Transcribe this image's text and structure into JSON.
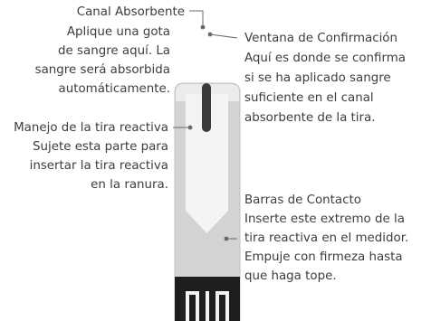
{
  "callouts": {
    "absorbent_channel": {
      "title": "Canal Absorbente",
      "lines": [
        "Aplique una gota",
        "de sangre aquí. La",
        "sangre será absorbida",
        "automáticamente."
      ]
    },
    "confirmation_window": {
      "title": "Ventana de Confirmación",
      "lines": [
        "Aquí es donde se confirma",
        "si se ha aplicado sangre",
        "suficiente en el canal",
        "absorbente de la tira."
      ]
    },
    "strip_handle": {
      "title": "Manejo de la tira reactiva",
      "lines": [
        "Sujete esta parte para",
        "insertar la tira reactiva",
        "en la ranura."
      ]
    },
    "contact_bars": {
      "title": "Barras de Contacto",
      "lines": [
        "Inserte este extremo de la",
        "tira reactiva en el medidor.",
        "Empuje con firmeza hasta",
        "que haga tope."
      ]
    }
  },
  "colors": {
    "strip_body": "#d2d3d5",
    "strip_top": "#ebebec",
    "strip_outline": "#c2c3c5",
    "channel": "#3a3a3a",
    "chevron": "#f4f4f4",
    "contact_zone": "#1e1e1e",
    "contact_bars": "#f2f2f2",
    "text": "#3d3d3d",
    "leader_line": "#6a6a6a"
  }
}
